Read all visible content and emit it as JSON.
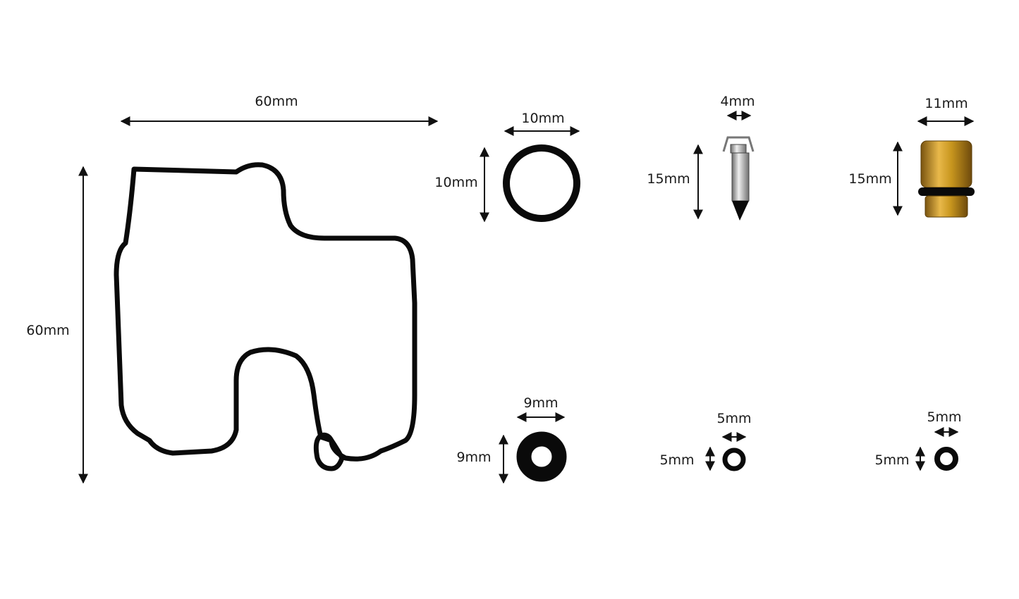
{
  "parts": [
    {
      "id": "float-bowl-gasket",
      "width": "60mm",
      "height": "60mm"
    },
    {
      "id": "o-ring-large",
      "width": "10mm",
      "height": "10mm"
    },
    {
      "id": "float-needle-valve",
      "width": "4mm",
      "height": "15mm"
    },
    {
      "id": "needle-valve-seat",
      "width": "11mm",
      "height": "15mm"
    },
    {
      "id": "o-ring-thick",
      "width": "9mm",
      "height": "9mm"
    },
    {
      "id": "o-ring-small-a",
      "width": "5mm",
      "height": "5mm"
    },
    {
      "id": "o-ring-small-b",
      "width": "5mm",
      "height": "5mm"
    }
  ],
  "colors": {
    "rubber": "#0a0a0a",
    "arrow": "#111111",
    "brass": "#c8961e",
    "steel": "#c9c9c9"
  }
}
